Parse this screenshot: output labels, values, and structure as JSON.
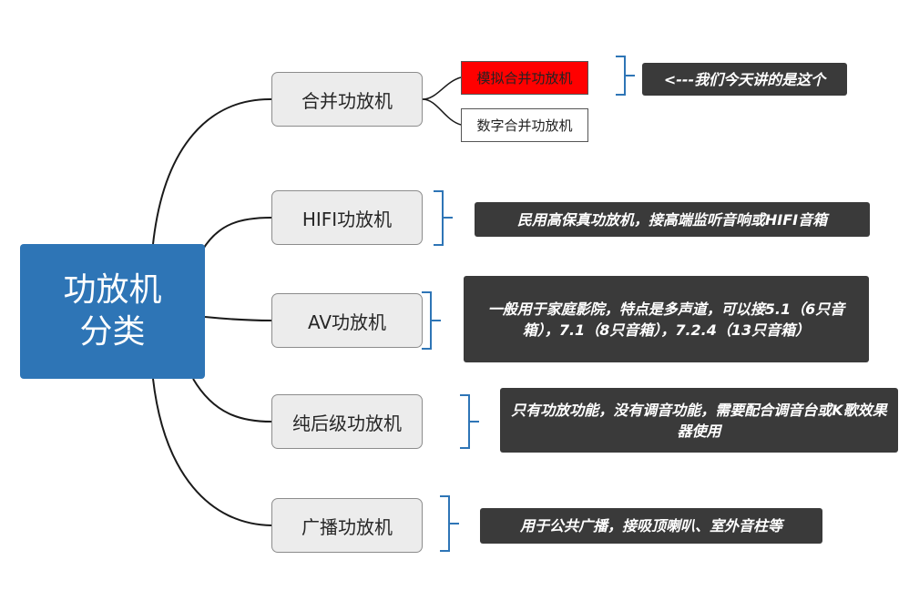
{
  "root": {
    "line1": "功放机",
    "line2": "分类"
  },
  "branches": [
    {
      "label": "合并功放机"
    },
    {
      "label": "HIFI功放机"
    },
    {
      "label": "AV功放机"
    },
    {
      "label": "纯后级功放机"
    },
    {
      "label": "广播功放机"
    }
  ],
  "sub_branches": [
    {
      "label": "模拟合并功放机",
      "highlight": "#ff0000"
    },
    {
      "label": "数字合并功放机"
    }
  ],
  "notes": [
    "<---我们今天讲的是这个",
    "民用高保真功放机，接高端监听音响或HIFI音箱",
    "一般用于家庭影院，特点是多声道，可以接5.1（6只音箱），7.1（8只音箱），7.2.4（13只音箱）",
    "只有功放功能，没有调音功能，需要配合调音台或K歌效果器使用",
    "用于公共广播，接吸顶喇叭、室外音柱等"
  ],
  "colors": {
    "root": "#2e75b6",
    "node_bg": "#ececec",
    "note_bg": "#3a3a3a",
    "bracket": "#2e75b6"
  }
}
